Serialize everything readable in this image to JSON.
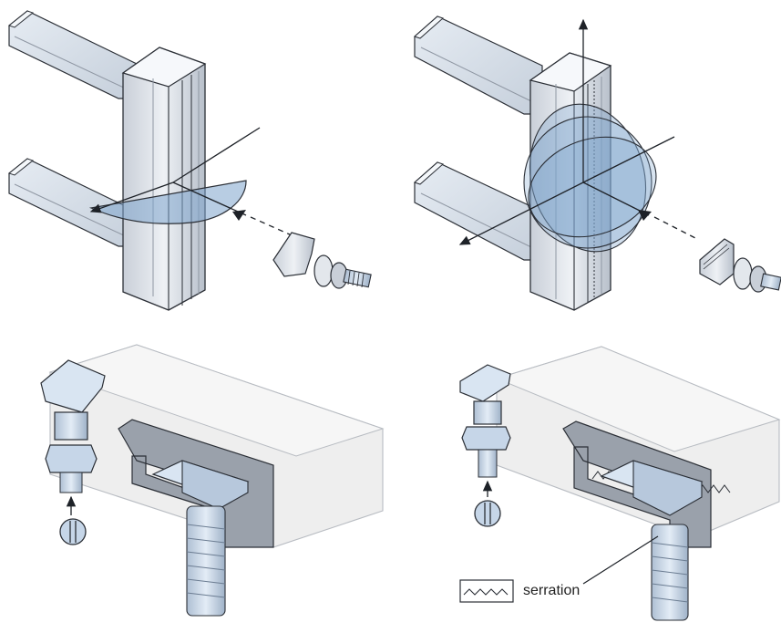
{
  "annotations": {
    "serration_label": "serration"
  },
  "colors": {
    "steel_light": "#e9ecf1",
    "steel_mid": "#c9cfd8",
    "steel_dark": "#8f97a3",
    "outline": "#2b2f36",
    "beam_fill": "#dfe6ef",
    "rotation_disc": "#7ea4cc",
    "housing_fill": "#eeeeee",
    "bolt_blue": "#c6d6e8"
  },
  "panels": [
    {
      "name": "top-left",
      "description_icons": [
        "channel-profile",
        "i-beam",
        "rotation-half-disc",
        "t-bolt-hammer-head"
      ]
    },
    {
      "name": "top-right",
      "description_icons": [
        "channel-profile-serrated",
        "i-beam",
        "rotation-full-discs",
        "t-bolt-serrated"
      ]
    },
    {
      "name": "bottom-left",
      "description_icons": [
        "hammer-head-bolt",
        "channel-section",
        "slot-indicator"
      ]
    },
    {
      "name": "bottom-right",
      "description_icons": [
        "hammer-head-bolt-serrated",
        "channel-section-serrated",
        "slot-indicator",
        "serration-legend"
      ]
    }
  ]
}
